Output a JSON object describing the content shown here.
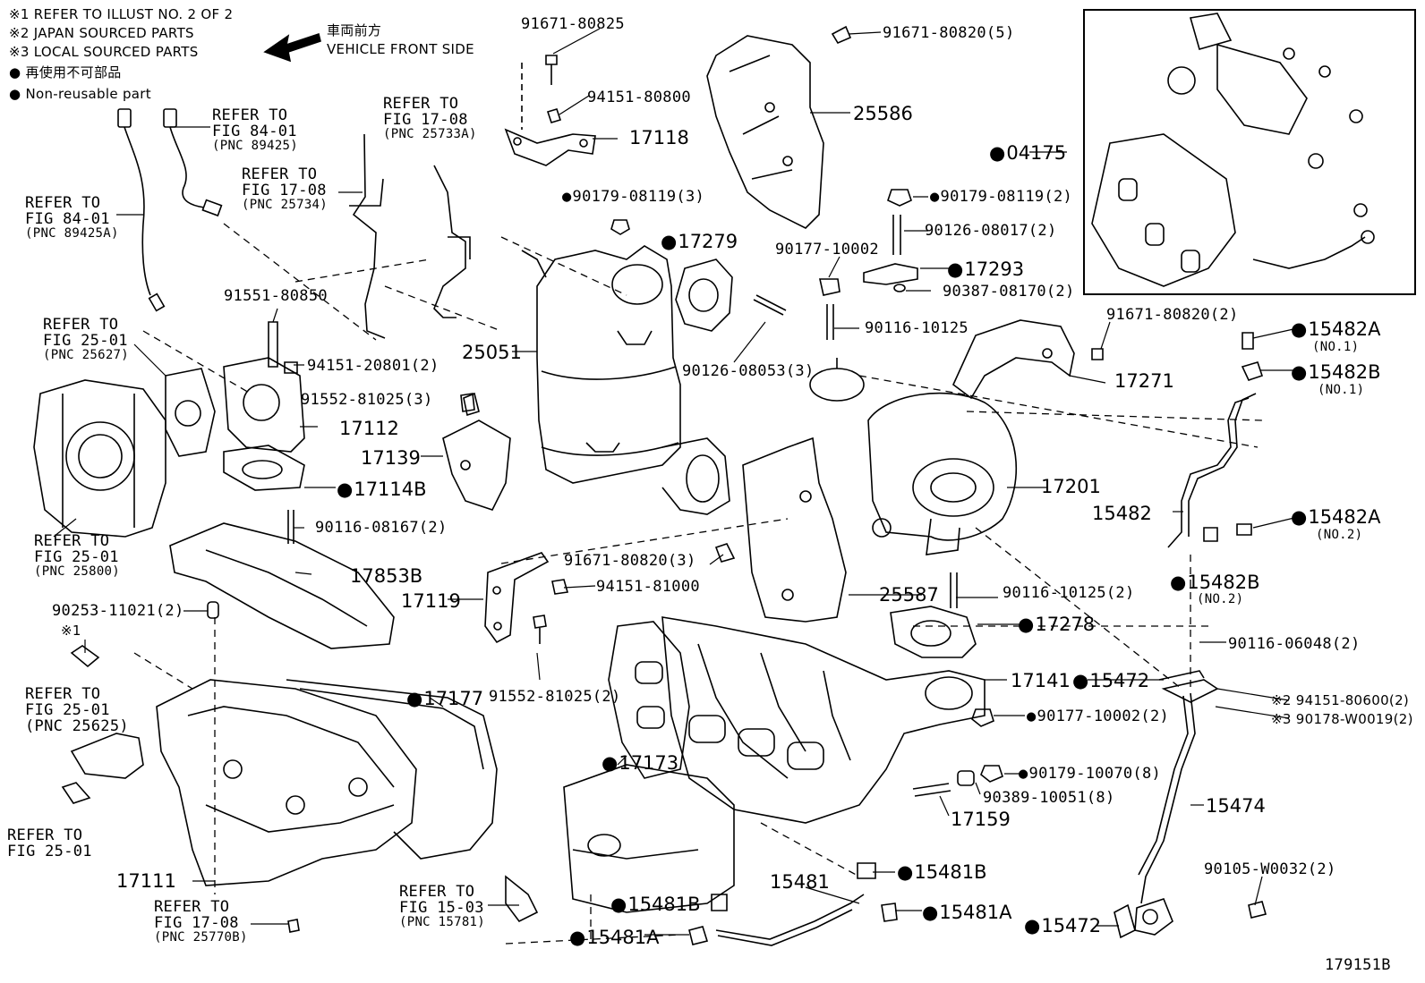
{
  "notes": {
    "note1": "※1 REFER TO ILLUST NO. 2 OF 2",
    "note2": "※2 JAPAN SOURCED PARTS",
    "note3": "※3 LOCAL SOURCED PARTS",
    "nonreusable_jp": "● 再使用不可部品",
    "nonreusable_en": "● Non-reusable part",
    "front_jp": "車両前方",
    "front_en": "VEHICLE FRONT SIDE"
  },
  "refs": {
    "r1": [
      "REFER TO",
      "FIG 84-01",
      "(PNC 89425)"
    ],
    "r2": [
      "REFER TO",
      "FIG 84-01",
      "(PNC 89425A)"
    ],
    "r3": [
      "REFER TO",
      "FIG 17-08",
      "(PNC 25734)"
    ],
    "r4": [
      "REFER TO",
      "FIG 17-08",
      "(PNC 25733A)"
    ],
    "r5": [
      "REFER TO",
      "FIG 25-01",
      "(PNC 25627)"
    ],
    "r6": [
      "REFER TO",
      "FIG 25-01",
      "(PNC 25800)"
    ],
    "r7": [
      "REFER TO",
      "FIG 25-01",
      "(PNC 25625)"
    ],
    "r8": [
      "REFER TO",
      "FIG 25-01"
    ],
    "r9": [
      "REFER TO",
      "FIG 17-08",
      "(PNC 25770B)"
    ],
    "r10": [
      "REFER TO",
      "FIG 15-03",
      "(PNC 15781)"
    ]
  },
  "parts": {
    "p91671_80825": "91671-80825",
    "p94151_80800": "94151-80800",
    "p17118": "17118",
    "p91671_80820_5": "91671-80820(5)",
    "p25586": "25586",
    "p04175": "04175",
    "p90179_08119_3": "90179-08119(3)",
    "p17279": "17279",
    "p90179_08119_2": "90179-08119(2)",
    "p90126_08017_2": "90126-08017(2)",
    "p90177_10002": "90177-10002",
    "p17293": "17293",
    "p90387_08170_2": "90387-08170(2)",
    "p91551_80850": "91551-80850",
    "p25051": "25051",
    "p90116_10125": "90116-10125",
    "p91671_80820_2": "91671-80820(2)",
    "p15482A_1": "15482A",
    "no1a": "(NO.1)",
    "p15482B_1": "15482B",
    "no1b": "(NO.1)",
    "p94151_20801_2": "94151-20801(2)",
    "p90126_08053_3": "90126-08053(3)",
    "p17271": "17271",
    "p91552_81025_3": "91552-81025(3)",
    "p17112": "17112",
    "p17139": "17139",
    "p17114B": "17114B",
    "p17201": "17201",
    "p15482": "15482",
    "p15482A_2": "15482A",
    "no2a": "(NO.2)",
    "p90116_08167_2": "90116-08167(2)",
    "p91671_80820_3": "91671-80820(3)",
    "p15482B_2": "15482B",
    "no2b": "(NO.2)",
    "p17853B": "17853B",
    "p17119": "17119",
    "p94151_81000": "94151-81000",
    "p25587": "25587",
    "p90116_10125_2": "90116-10125(2)",
    "p90253_11021_2": "90253-11021(2)",
    "p17278": "17278",
    "star1": "※1",
    "p90116_06048_2": "90116-06048(2)",
    "p91552_81025_2": "91552-81025(2)",
    "p17141": "17141",
    "p15472_a": "15472",
    "p94151_80600_2": "※2 94151-80600(2)",
    "p90178_W0019_2": "※3 90178-W0019(2)",
    "p17177": "17177",
    "p90177_10002_2": "90177-10002(2)",
    "p17173": "17173",
    "p90179_10070_8": "90179-10070(8)",
    "p90389_10051_8": "90389-10051(8)",
    "p17159": "17159",
    "p15474": "15474",
    "p17111": "17111",
    "p15481": "15481",
    "p15481B_a": "15481B",
    "p15481B_b": "15481B",
    "p15481A_a": "15481A",
    "p15481A_b": "15481A",
    "p90105_W0032_2": "90105-W0032(2)",
    "p15472_b": "15472",
    "fig_id": "179151B"
  }
}
